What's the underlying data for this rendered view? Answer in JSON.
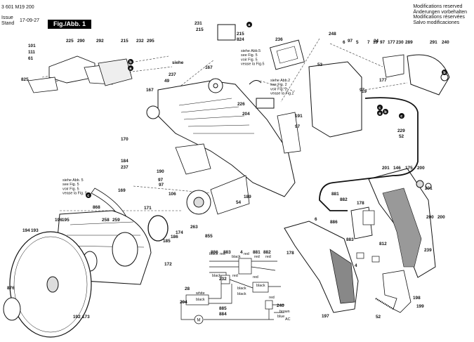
{
  "header": {
    "doc_number": "3 601 M19 200",
    "issue_label": "Issue",
    "stand_label": "Stand",
    "date": "17-09-27",
    "fig_label": "Fig./Abb. 1",
    "modifications": [
      "Modifications reserved",
      "Änderungen vorbehalten",
      "Modifications réservées",
      "Salvo modificaciones"
    ]
  },
  "figure_notes": {
    "fig5": [
      "siehe Abb.5",
      "see Fig. 5",
      "voir Fig. 5",
      "vease la Fig.5"
    ],
    "fig2": [
      "siehe Abb.2",
      "see Fig. 2",
      "voir Fig. 2",
      "vease la Fig.2"
    ],
    "fig5b": [
      "siehe Abb. 5",
      "see Fig. 5",
      "voir Fig. 5",
      "vease la Fig. 5"
    ]
  },
  "wiring": {
    "labels": [
      "black",
      "red",
      "red",
      "black",
      "red",
      "red",
      "black",
      "red",
      "red",
      "black",
      "white",
      "black",
      "black",
      "black",
      "red",
      "brown",
      "blue",
      "AC"
    ]
  },
  "part_numbers": [
    "231",
    "215",
    "824",
    "215",
    "236",
    "248",
    "101",
    "111",
    "61",
    "225",
    "290",
    "292",
    "215",
    "232",
    "295",
    "825",
    "237",
    "167",
    "49",
    "167",
    "siehe",
    "170",
    "184",
    "237",
    "190",
    "97",
    "97",
    "106",
    "171",
    "169",
    "868",
    "196",
    "195",
    "258",
    "259",
    "185",
    "186",
    "174",
    "263",
    "855",
    "54",
    "189",
    "194",
    "193",
    "876",
    "192",
    "173",
    "172",
    "28",
    "232",
    "204",
    "886",
    "883",
    "4",
    "881",
    "882",
    "240",
    "885",
    "884",
    "226",
    "204",
    "191",
    "97",
    "53",
    "97",
    "6",
    "5",
    "7",
    "19",
    "97",
    "177",
    "230",
    "289",
    "291",
    "240",
    "177",
    "229",
    "52",
    "201",
    "146",
    "175",
    "200",
    "201",
    "200",
    "200",
    "239",
    "881",
    "882",
    "886",
    "883",
    "812",
    "4",
    "178",
    "178",
    "197",
    "198",
    "199",
    "52",
    "6",
    "97",
    "19",
    "24"
  ],
  "badges": [
    "a",
    "b",
    "a",
    "b",
    "c",
    "c",
    "a",
    "b",
    "c"
  ],
  "icons": [
    "motor-icon",
    "connector-icon",
    "callout-badge-icon"
  ]
}
